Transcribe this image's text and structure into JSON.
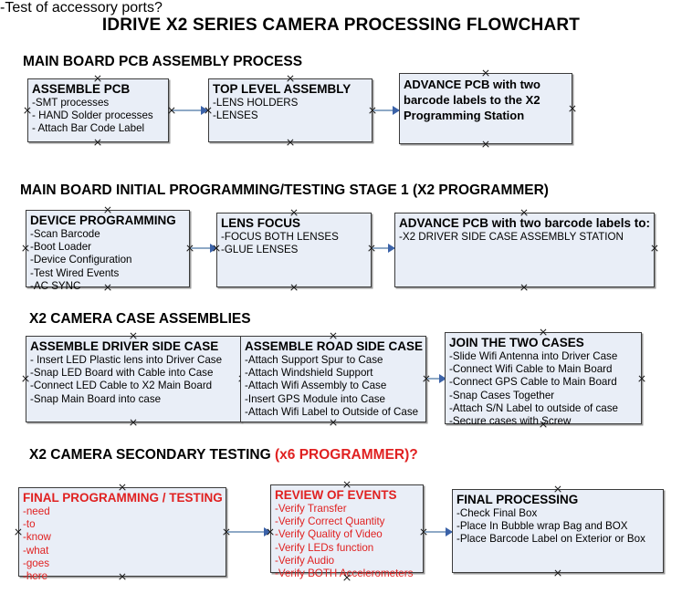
{
  "document": {
    "title": "IDRIVE X2  SERIES CAMERA PROCESSING FLOWCHART"
  },
  "sections": [
    {
      "id": "main-board-pcb-assembly",
      "title": "MAIN BOARD PCB ASSEMBLY PROCESS",
      "title_red": "",
      "boxes": [
        {
          "id": "assemble-pcb",
          "header": "ASSEMBLE PCB",
          "items": [
            "-SMT processes",
            "- HAND Solder processes",
            "- Attach Bar Code Label"
          ]
        },
        {
          "id": "top-level-assembly",
          "header": "TOP LEVEL ASSEMBLY",
          "items": [
            "-LENS HOLDERS",
            "-LENSES"
          ]
        },
        {
          "id": "advance-pcb-programming-station",
          "header": "ADVANCE PCB with two barcode labels to the  X2 Programming Station",
          "items": []
        }
      ]
    },
    {
      "id": "main-board-initial-programming",
      "title": "MAIN BOARD INITIAL PROGRAMMING/TESTING STAGE 1 (X2 PROGRAMMER)",
      "title_red": "",
      "boxes": [
        {
          "id": "device-programming",
          "header": "DEVICE PROGRAMMING",
          "items": [
            "-Scan Barcode",
            "-Boot Loader",
            "-Device Configuration",
            "-Test Wired Events",
            "-AC SYNC"
          ]
        },
        {
          "id": "lens-focus",
          "header": "LENS FOCUS",
          "items": [
            "-FOCUS BOTH LENSES",
            "-GLUE LENSES"
          ]
        },
        {
          "id": "advance-pcb-driver-side-case",
          "header": "ADVANCE PCB with two barcode labels to:",
          "items": [
            "-X2 DRIVER  SIDE  CASE  ASSEMBLY STATION"
          ]
        }
      ]
    },
    {
      "id": "x2-camera-case-assemblies",
      "title": "X2 CAMERA CASE ASSEMBLIES",
      "title_red": "",
      "boxes": [
        {
          "id": "assemble-driver-side-case",
          "header": "ASSEMBLE DRIVER SIDE CASE",
          "items": [
            "- Insert LED Plastic lens into Driver Case",
            "-Snap LED Board with Cable into Case",
            "-Connect LED Cable to X2 Main Board",
            "-Snap Main Board into case"
          ]
        },
        {
          "id": "assemble-road-side-case",
          "header": "ASSEMBLE ROAD SIDE CASE",
          "items": [
            "-Attach Support Spur to Case",
            "-Attach Windshield Support",
            "-Attach Wifi Assembly to Case",
            "-Insert GPS Module into Case",
            "-Attach Wifi Label to Outside of Case"
          ]
        },
        {
          "id": "join-the-two-cases",
          "header": "JOIN THE TWO CASES",
          "items": [
            "-Slide Wifi Antenna into Driver Case",
            "-Connect Wifi Cable to Main Board",
            "-Connect GPS Cable to Main Board",
            "-Snap Cases Together",
            "-Attach S/N Label to outside of case",
            "-Secure cases with Screw"
          ]
        }
      ]
    },
    {
      "id": "x2-camera-secondary-testing",
      "title": "X2 CAMERA SECONDARY TESTING ",
      "title_red": "(x6 PROGRAMMER)?",
      "boxes": [
        {
          "id": "final-programming-testing",
          "header": "FINAL PROGRAMMING / TESTING",
          "items": [
            "-need",
            "-to",
            "-know",
            "-what",
            "-goes",
            "-here"
          ]
        },
        {
          "id": "review-of-events",
          "header": "REVIEW OF EVENTS",
          "items": [
            "-Verify Transfer",
            "-Verify Correct Quantity",
            "-Verify Quality of Video",
            "-Verify LEDs function",
            "-Verify Audio",
            "-Verify BOTH Accelerometers"
          ],
          "overflow_item": "-Test of accessory ports?"
        },
        {
          "id": "final-processing",
          "header": "FINAL PROCESSING",
          "items": [
            " -Check Final Box",
            "-Place In Bubble wrap Bag and BOX",
            "-Place Barcode Label on Exterior or Box"
          ]
        }
      ]
    }
  ],
  "colors": {
    "box_fill": "#e9eef7",
    "box_border": "#3b3b3b",
    "connector": "#8ea9c6",
    "arrow_head": "#3b62a8",
    "red_text": "#e02121",
    "text": "#000000"
  }
}
